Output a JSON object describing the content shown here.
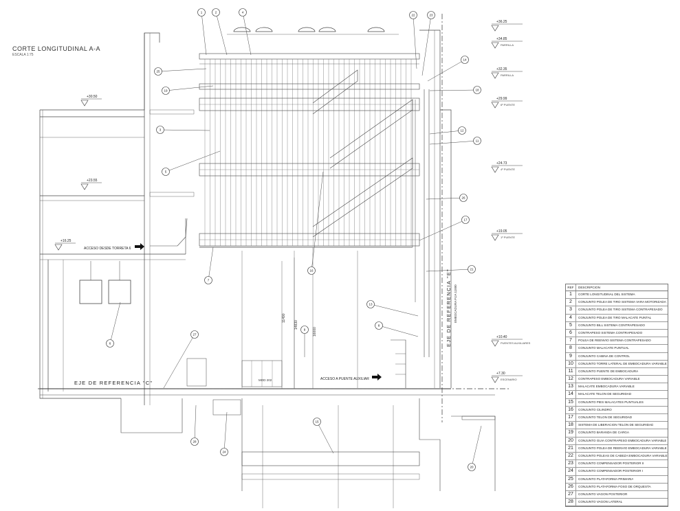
{
  "drawing": {
    "title": "CORTE LONGITUDINAL A-A",
    "scale": "ESCALA 1:75",
    "axis_c": "EJE DE REFERENCIA \"C\"",
    "axis_e": "EJE DE REFERENCIA \"E\"",
    "access_turret": "ACCESO DESDE TORRETA 6",
    "access_bridge": "ACCESO A PUENTE AUXILIAR",
    "embocadura": "EMBOCADURA FIJA 11000",
    "dims": [
      "11490",
      "14830",
      "16000"
    ],
    "box_label": "MOD 202"
  },
  "levels_right": [
    {
      "value": "+36.25",
      "label": ""
    },
    {
      "value": "+34.85",
      "label": "PARRILLA"
    },
    {
      "value": "+32.35",
      "label": "PARRILLA"
    },
    {
      "value": "+29.99",
      "label": "6º PUENTE"
    },
    {
      "value": "+24.73",
      "label": "4º PUENTE"
    },
    {
      "value": "+19.05",
      "label": "1º PUENTE"
    },
    {
      "value": "+10.40",
      "label": "PUENTES AUXILIARES"
    },
    {
      "value": "+7.30",
      "label": "ESCENARIO"
    }
  ],
  "levels_left": [
    {
      "value": "+30.50"
    },
    {
      "value": "+23.55"
    },
    {
      "value": "+16.25"
    }
  ],
  "callouts_top": [
    "1",
    "2",
    "4",
    "22",
    "23"
  ],
  "callouts_left": [
    "25",
    "19",
    "3",
    "5",
    "7",
    "6",
    "27",
    "28",
    "24"
  ],
  "callouts_right": [
    "14",
    "18",
    "12",
    "11",
    "26",
    "17",
    "21",
    "13",
    "8",
    "9",
    "16",
    "15",
    "20"
  ],
  "legend": {
    "header_ref": "REF",
    "header_desc": "DESCRIPCION",
    "items": [
      {
        "n": "1",
        "d": "CORTE LONGITUDINAL DEL SISTEMA"
      },
      {
        "n": "2",
        "d": "CONJUNTO POLEA DE TIRO SISTEMA VARA MOTORIZADA"
      },
      {
        "n": "3",
        "d": "CONJUNTO POLEA DE TIRO SISTEMA CONTRAPESADO"
      },
      {
        "n": "4",
        "d": "CONJUNTO POLEA DE TIRO MALACATE PUNTAL"
      },
      {
        "n": "5",
        "d": "CONJUNTO BILL SISTEMA CONTRAPESADO"
      },
      {
        "n": "6",
        "d": "CONTRAPESO SISTEMA CONTRAPESADO"
      },
      {
        "n": "7",
        "d": "POLEA DE REENVIO SISTEMA CONTRAPESADO"
      },
      {
        "n": "8",
        "d": "CONJUNTO MALACATE PUNTUAL"
      },
      {
        "n": "9",
        "d": "CONJUNTO CABINA DE CONTROL"
      },
      {
        "n": "10",
        "d": "CONJUNTO TORRE LATERAL DE EMBOCADURA VARIABLE"
      },
      {
        "n": "11",
        "d": "CONJUNTO PUENTE DE EMBOCADURA"
      },
      {
        "n": "12",
        "d": "CONTRAPESO EMBOCADURA VARIABLE"
      },
      {
        "n": "13",
        "d": "MALACATE EMBOCADURA VARIABLE"
      },
      {
        "n": "14",
        "d": "MALACATE TELON DE SEGURIDAD"
      },
      {
        "n": "15",
        "d": "CONJUNTO PIES MALACATES PUNTUALES"
      },
      {
        "n": "16",
        "d": "CONJUNTO CILINDRO"
      },
      {
        "n": "17",
        "d": "CONJUNTO TELON DE SEGURIDAD"
      },
      {
        "n": "18",
        "d": "SISTEMA DE LIBERACION TELON DE SEGURIDAD"
      },
      {
        "n": "19",
        "d": "CONJUNTO BARANDA DE CARGA"
      },
      {
        "n": "20",
        "d": "CONJUNTO GUIA CONTRAPESO EMBOCADURA VARIABLE"
      },
      {
        "n": "21",
        "d": "CONJUNTO POLEA DE REENVIO EMBOCADURA VARIABLE"
      },
      {
        "n": "22",
        "d": "CONJUNTO POLEAS DE CABEZA EMBOCADURA VARIABLE"
      },
      {
        "n": "23",
        "d": "CONJUNTO COMPENSADOR POSTERIOR II"
      },
      {
        "n": "24",
        "d": "CONJUNTO COMPENSADOR POSTERIOR I"
      },
      {
        "n": "25",
        "d": "CONJUNTO PLATAFORMA PRIMARIA"
      },
      {
        "n": "26",
        "d": "CONJUNTO PLATAFORMA FOSO DE ORQUESTA"
      },
      {
        "n": "27",
        "d": "CONJUNTO VAGON POSTERIOR"
      },
      {
        "n": "28",
        "d": "CONJUNTO VAGON LATERAL"
      }
    ]
  }
}
